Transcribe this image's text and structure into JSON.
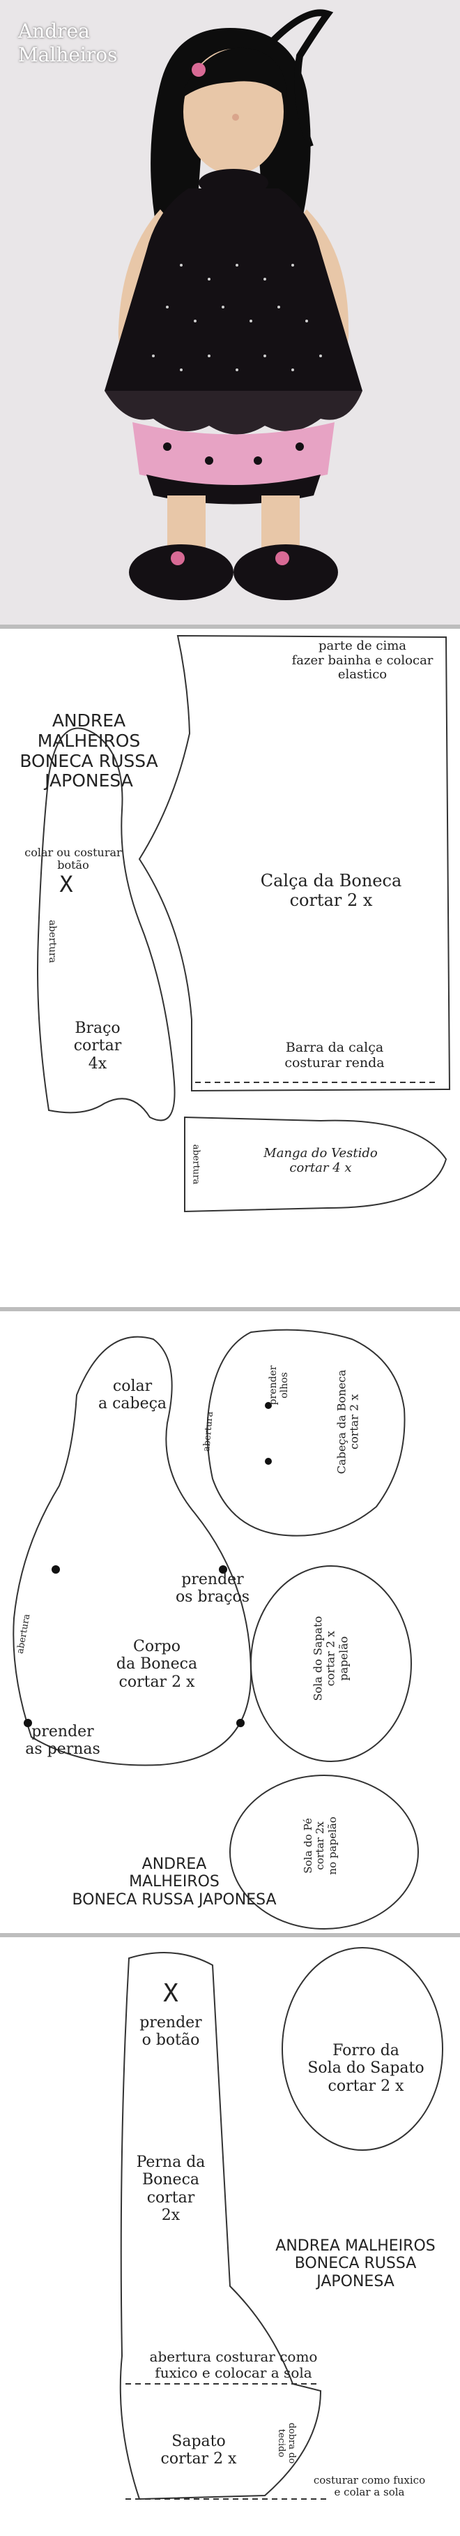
{
  "photo": {
    "credit": "Andrea\nMalheiros"
  },
  "page1": {
    "header_title": "ANDREA MALHEIROS\nBONECA RUSSA\nJAPONESA",
    "waist_note": "parte de cima\nfazer bainha e colocar\nelastico",
    "arm_note": "colar ou costurar\nbotão",
    "arm_x": "X",
    "arm_opening": "abertura",
    "arm_label": "Braço\ncortar\n4x",
    "pants_label": "Calça da Boneca\ncortar 2 x",
    "pants_hem": "Barra da calça\ncosturar renda",
    "sleeve_opening": "abertura",
    "sleeve_label": "Manga do Vestido\ncortar 4 x"
  },
  "page2": {
    "glue_head": "colar\na cabeça",
    "arms_note": "prender\nos braços",
    "body_label": "Corpo\nda Boneca\ncortar 2 x",
    "legs_note": "prender\nas pernas",
    "body_opening": "abertura",
    "head_opening": "abertura",
    "eyes_note": "prender\nolhos",
    "head_label": "Cabeça da Boneca\ncortar 2 x",
    "shoe_sole_label": "Sola do Sapato\ncortar 2 x\npapelão",
    "foot_sole_label": "Sola do Pé\ncortar 2x\nno papelão",
    "footer_title": "ANDREA\nMALHEIROS\nBONECA RUSSA JAPONESA"
  },
  "page3": {
    "leg_x": "X",
    "button_note": "prender\no botão",
    "leg_label": "Perna da\nBoneca\ncortar\n2x",
    "lining_label": "Forro da\nSola do Sapato\ncortar 2 x",
    "title": "ANDREA MALHEIROS\nBONECA RUSSA\nJAPONESA",
    "leg_bottom_note": "abertura costurar como\nfuxico e colocar a sola",
    "shoe_label": "Sapato\ncortar 2 x",
    "shoe_fold": "dobra do\ntecido",
    "shoe_bottom_note": "costurar como fuxico\ne colar a sola"
  },
  "colors": {
    "line": "#333333",
    "dress": "#141014",
    "petticoat": "#e7a3c4",
    "skin": "#e8c7a8",
    "hair": "#0d0d0d",
    "backdrop": "#e9e6e8"
  }
}
